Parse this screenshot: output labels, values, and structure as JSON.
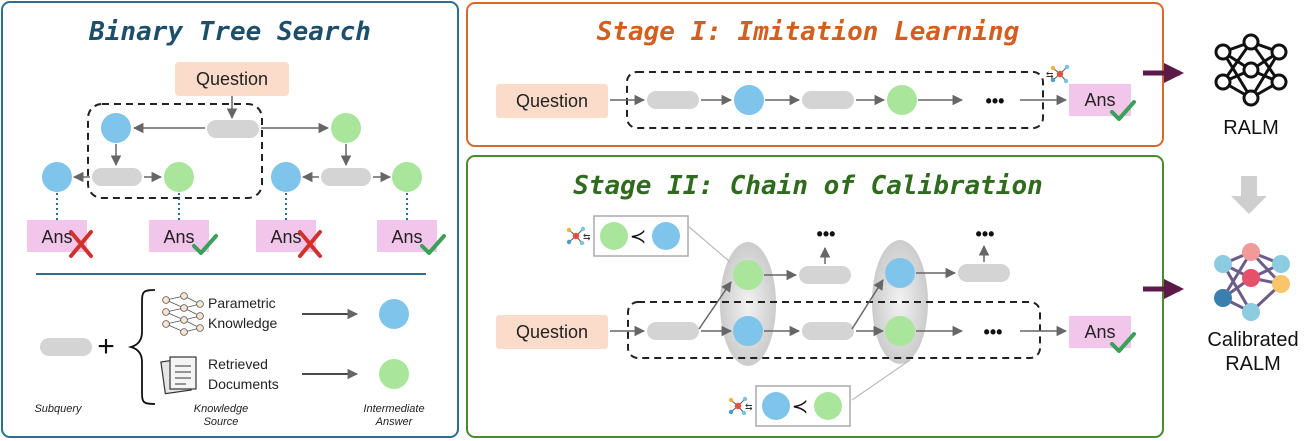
{
  "colors": {
    "left_border": "#2c6e8f",
    "top_border": "#d9692a",
    "bottom_border": "#4b8a2e",
    "title_blue": "#1d4f6b",
    "title_orange": "#d35f1f",
    "title_green": "#2e6b1c",
    "question_fill": "#fbdccb",
    "ans_fill": "#f2c6ea",
    "blue_node": "#7fc4ea",
    "green_node": "#a9e59a",
    "subquery_fill": "#d4d4d4",
    "check": "#3aa05a",
    "cross": "#d0312d",
    "arrow_dark": "#5c1a4a"
  },
  "left_panel": {
    "title": "Binary Tree Search",
    "question": "Question",
    "answers": [
      "Ans",
      "Ans",
      "Ans",
      "Ans"
    ],
    "legend": {
      "plus": "+",
      "parametric_line1": "Parametric",
      "parametric_line2": "Knowledge",
      "retrieved_line1": "Retrieved",
      "retrieved_line2": "Documents",
      "subquery": "Subquery",
      "knowledge_source_line1": "Knowledge",
      "knowledge_source_line2": "Source",
      "intermediate_line1": "Intermediate",
      "intermediate_line2": "Answer"
    }
  },
  "stage1": {
    "title": "Stage I: Imitation Learning",
    "question": "Question",
    "dots": "•••",
    "ans": "Ans"
  },
  "stage2": {
    "title": "Stage II: Chain of Calibration",
    "question": "Question",
    "dots": "•••",
    "ans": "Ans",
    "less_than": "≺"
  },
  "right_column": {
    "ralm_label": "RALM",
    "calibrated_line1": "Calibrated",
    "calibrated_line2": "RALM"
  }
}
